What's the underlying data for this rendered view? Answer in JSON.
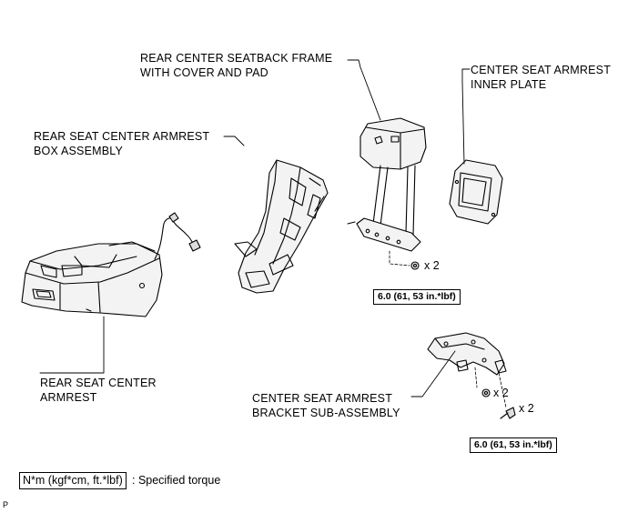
{
  "labels": {
    "seatback_frame": [
      "REAR CENTER SEATBACK FRAME",
      "WITH COVER AND PAD"
    ],
    "inner_plate": [
      "CENTER SEAT ARMREST",
      "INNER PLATE"
    ],
    "armrest_box": [
      "REAR SEAT CENTER ARMREST",
      "BOX ASSEMBLY"
    ],
    "armrest": [
      "REAR SEAT CENTER",
      "ARMREST"
    ],
    "bracket": [
      "CENTER SEAT ARMREST",
      "BRACKET SUB-ASSEMBLY"
    ]
  },
  "torque_values": {
    "frame_nut": "6.0 (61, 53 in.*lbf)",
    "bracket_bolt": "6.0 (61, 53 in.*lbf)"
  },
  "quantities": {
    "frame_nut": "x 2",
    "bracket_nut": "x 2",
    "bracket_bolt": "x 2"
  },
  "legend": {
    "unit": "N*m (kgf*cm, ft.*lbf)",
    "description": ": Specified torque"
  },
  "figure_code": "P"
}
